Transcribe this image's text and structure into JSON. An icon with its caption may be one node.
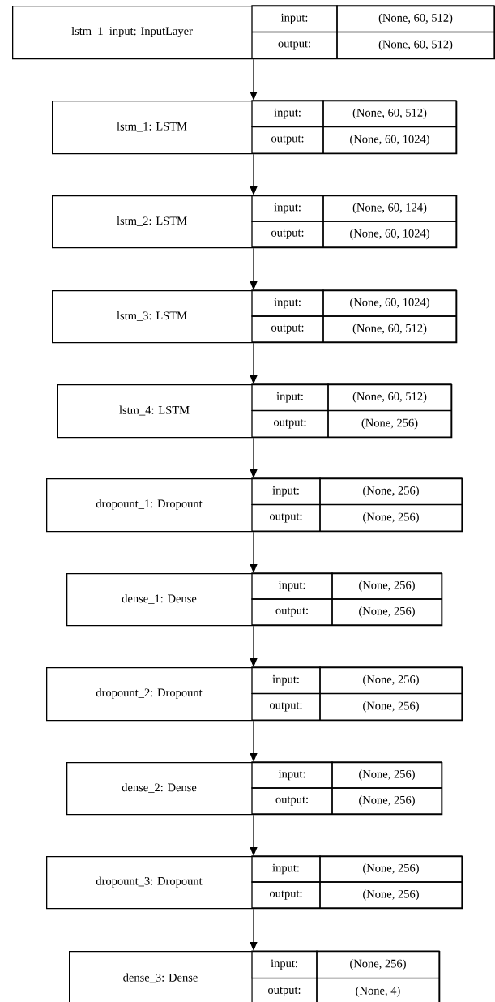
{
  "diagram": {
    "nodes": [
      {
        "text": [
          "lstm_1_input: InputLayer",
          "input:",
          "(None, 60, 512)",
          "output:",
          "(None, 60, 512)"
        ]
      },
      {
        "text": [
          "lstm_1: LSTM",
          "input:",
          "(None, 60, 512)",
          "output:",
          "(None, 60, 1024)"
        ]
      },
      {
        "text": [
          "lstm_2: LSTM",
          "input:",
          "(None, 60, 124)",
          "output:",
          "(None, 60, 1024)"
        ]
      },
      {
        "text": [
          "lstm_3: LSTM",
          "input:",
          "(None, 60, 1024)",
          "output:",
          "(None, 60, 512)"
        ]
      },
      {
        "text": [
          "lstm_4: LSTM",
          "input:",
          "(None, 60, 512)",
          "output:",
          "(None, 256)"
        ]
      },
      {
        "text": [
          "dropount_1: Dropount",
          "input:",
          "(None, 256)",
          "output:",
          "(None, 256)"
        ]
      },
      {
        "text": [
          "dense_1: Dense",
          "input:",
          "(None, 256)",
          "output:",
          "(None, 256)"
        ]
      },
      {
        "text": [
          "dropount_2: Dropount",
          "input:",
          "(None, 256)",
          "output:",
          "(None, 256)"
        ]
      },
      {
        "text": [
          "dense_2: Dense",
          "input:",
          "(None, 256)",
          "output:",
          "(None, 256)"
        ]
      },
      {
        "text": [
          "dropount_3: Dropount",
          "input:",
          "(None, 256)",
          "output:",
          "(None, 256)"
        ]
      },
      {
        "text": [
          "dense_3: Dense",
          "input:",
          "(None, 256)",
          "output:",
          "(None, 4)"
        ]
      }
    ],
    "edges": [
      {
        "from": 0,
        "to": 1,
        "arrow": "to"
      },
      {
        "from": 1,
        "to": 2,
        "arrow": "to"
      },
      {
        "from": 2,
        "to": 3,
        "arrow": "to"
      },
      {
        "from": 3,
        "to": 4,
        "arrow": "to"
      },
      {
        "from": 4,
        "to": 5,
        "arrow": "to"
      },
      {
        "from": 5,
        "to": 6,
        "arrow": "to"
      },
      {
        "from": 6,
        "to": 7,
        "arrow": "to"
      },
      {
        "from": 7,
        "to": 8,
        "arrow": "to"
      },
      {
        "from": 8,
        "to": 9,
        "arrow": "to"
      },
      {
        "from": 9,
        "to": 10,
        "arrow": "to"
      }
    ]
  }
}
